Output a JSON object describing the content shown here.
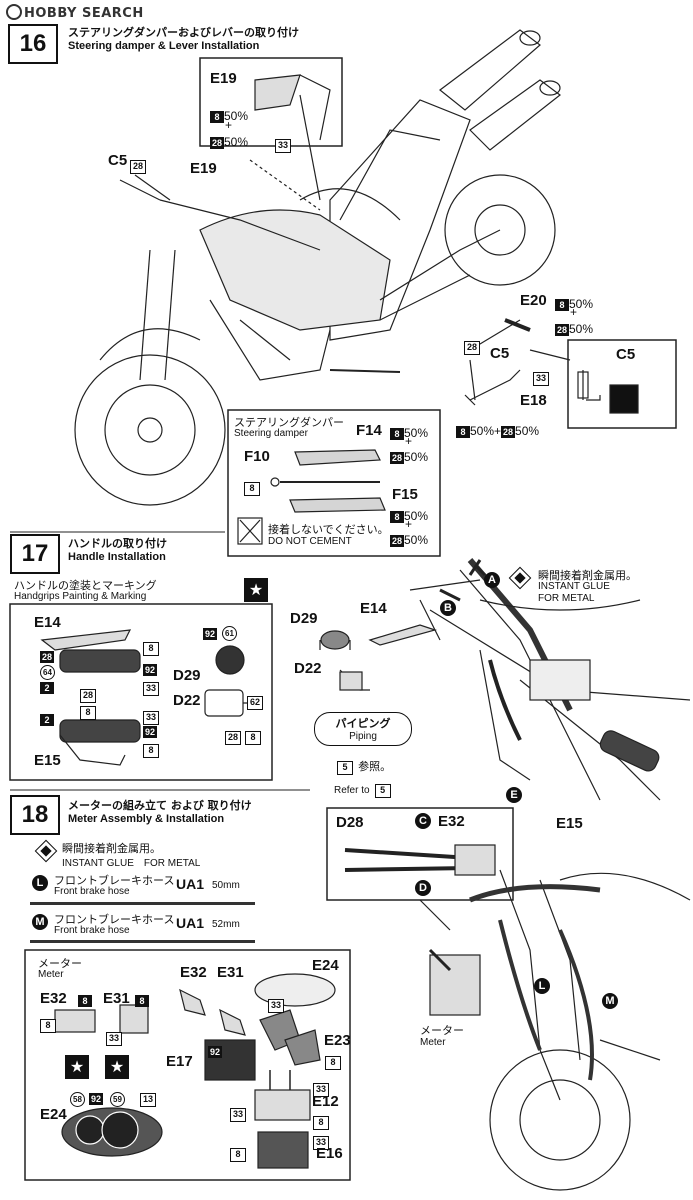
{
  "header": {
    "logo_text": "HOBBY SEARCH"
  },
  "step16": {
    "number": "16",
    "title_jp": "ステアリングダンパーおよびレバーの取り付け",
    "title_en": "Steering damper & Lever Installation",
    "inset_e19": "E19",
    "mix_a_code": "8",
    "mix_a_pct": "50%",
    "plus": "+",
    "mix_b_code": "28",
    "mix_b_pct": "50%",
    "part_33": "33",
    "c5": "C5",
    "c5_color": "28",
    "e19": "E19",
    "e20": "E20",
    "e20_mix_a": "8",
    "e20_pct_a": "50%",
    "e20_mix_b": "28",
    "e20_pct_b": "50%",
    "c5b": "C5",
    "c5b_color": "28",
    "c5_detail": "C5",
    "e18": "E18",
    "e18_color": "33",
    "bottom_mix": "50%+",
    "bottom_mix_a": "8",
    "bottom_mix_b": "28",
    "bottom_pct_b": "50%",
    "damper_jp": "ステアリングダンパー",
    "damper_en": "Steering damper",
    "f14": "F14",
    "f14_a": "8",
    "f14_pa": "50%",
    "f14_b": "28",
    "f14_pb": "50%",
    "f10": "F10",
    "f10_color": "8",
    "f15": "F15",
    "f15_a": "8",
    "f15_pa": "50%",
    "f15_b": "28",
    "f15_pb": "50%",
    "nocement_jp": "接着しないでください。",
    "nocement_en": "DO NOT CEMENT"
  },
  "step17": {
    "number": "17",
    "title_jp": "ハンドルの取り付け",
    "title_en": "Handle Installation",
    "paint_jp": "ハンドルの塗装とマーキング",
    "paint_en": "Handgrips Painting & Marking",
    "e14": "E14",
    "e15": "E15",
    "c8a": "8",
    "c28a": "28",
    "c64": "64",
    "c92a": "92",
    "c2a": "2",
    "c28b": "28",
    "c33a": "33",
    "c2b": "2",
    "c8b": "8",
    "c33b": "33",
    "c92b": "92",
    "c8c": "8",
    "d29": "D29",
    "d22": "D22",
    "c92c": "92",
    "c61": "61",
    "c62": "62",
    "c28c": "28",
    "c8d": "8",
    "d29b": "D29",
    "e14b": "E14",
    "d22b": "D22",
    "glue_jp": "瞬間接着剤金属用。",
    "glue_en1": "INSTANT GLUE",
    "glue_en2": "FOR METAL",
    "letter_a": "A",
    "letter_b": "B",
    "letter_e": "E",
    "piping_jp": "パイピング",
    "piping_en": "Piping",
    "ref_num": "5",
    "ref_jp": "参照。",
    "ref_en": "Refer to",
    "ref_num2": "5",
    "e15b": "E15"
  },
  "step18": {
    "number": "18",
    "title_jp": "メーターの組み立て および 取り付け",
    "title_en": "Meter Assembly & Installation",
    "glue_jp": "瞬間接着剤金属用。",
    "glue_en": "INSTANT GLUE　FOR METAL",
    "hose_l_letter": "L",
    "hose_l_jp": "フロントブレーキホース",
    "hose_l_en": "Front brake hose",
    "hose_l_code": "UA1",
    "hose_l_len": "50mm",
    "hose_m_letter": "M",
    "hose_m_jp": "フロントブレーキホース",
    "hose_m_en": "Front brake hose",
    "hose_m_code": "UA1",
    "hose_m_len": "52mm",
    "meter_jp": "メーター",
    "meter_en": "Meter",
    "e32": "E32",
    "e31": "E31",
    "c8a": "8",
    "c8b": "8",
    "c8c": "8",
    "c33": "33",
    "e24": "E24",
    "c58": "58",
    "c92": "92",
    "c59": "59",
    "c13": "13",
    "e32b": "E32",
    "e31b": "E31",
    "e24b": "E24",
    "c33b": "33",
    "e23": "E23",
    "c8d": "8",
    "c92b": "92",
    "e17": "E17",
    "c33c": "33",
    "e12": "E12",
    "c8e": "8",
    "c33d": "33",
    "c8f": "8",
    "c33e": "33",
    "e16": "E16",
    "d28": "D28",
    "letter_c": "C",
    "e32c": "E32",
    "letter_d": "D",
    "letter_l": "L",
    "letter_m": "M",
    "meter_jp2": "メーター",
    "meter_en2": "Meter"
  }
}
